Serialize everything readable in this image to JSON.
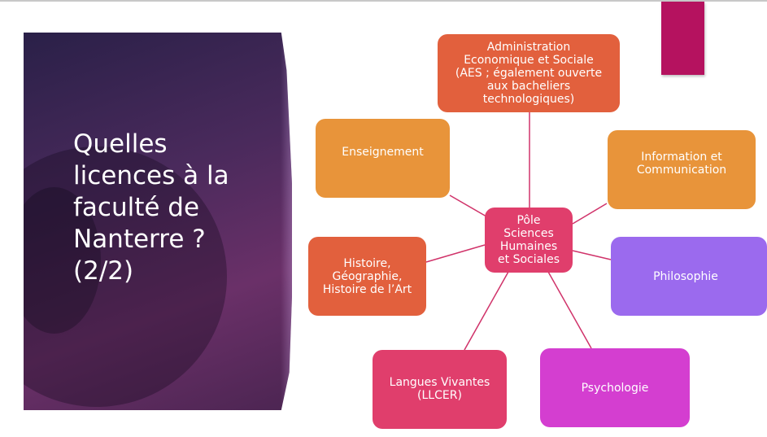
{
  "slide": {
    "title": "Quelles\nlicences à la\nfaculté de\nNanterre ?\n(2/2)"
  },
  "diagram": {
    "center": {
      "label": "Pôle\nSciences\nHumaines\net Sociales",
      "color": "#e03e6c"
    },
    "nodes": [
      {
        "id": "aes",
        "label": "Administration\nEconomique et Sociale\n(AES ; également ouverte\naux bacheliers\ntechnologiques)",
        "color": "#e2603d"
      },
      {
        "id": "enseignement",
        "label": "Enseignement",
        "color": "#e8943a"
      },
      {
        "id": "info-com",
        "label": "Information et\nCommunication",
        "color": "#e8943a"
      },
      {
        "id": "histoire",
        "label": "Histoire,\nGéographie,\nHistoire de l’Art",
        "color": "#e2603d"
      },
      {
        "id": "philosophie",
        "label": "Philosophie",
        "color": "#9b6aee"
      },
      {
        "id": "langues",
        "label": "Langues Vivantes\n(LLCER)",
        "color": "#e03e6c"
      },
      {
        "id": "psychologie",
        "label": "Psychologie",
        "color": "#d43ed0"
      }
    ],
    "link_color": "#d0336a"
  }
}
